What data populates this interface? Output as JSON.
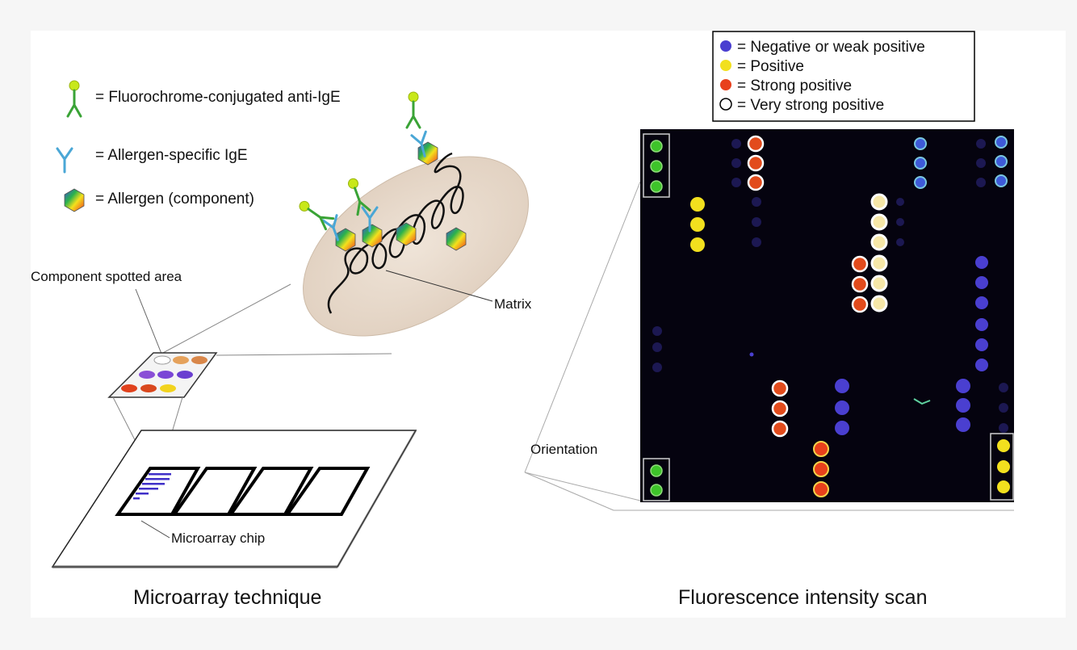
{
  "legend_left": {
    "items": [
      {
        "icon": "antibody-green-icon",
        "label": "= Fluorochrome-conjugated anti-IgE"
      },
      {
        "icon": "antibody-blue-icon",
        "label": "= Allergen-specific IgE"
      },
      {
        "icon": "allergen-hexagon-icon",
        "label": "= Allergen (component)"
      }
    ]
  },
  "labels": {
    "component_spotted_area": "Component spotted area",
    "matrix": "Matrix",
    "microarray_chip": "Microarray chip",
    "orientation": "Orientation"
  },
  "captions": {
    "left": "Microarray technique",
    "right": "Fluorescence intensity scan"
  },
  "legend_right": {
    "items": [
      {
        "icon": "blue-dot-icon",
        "label": "= Negative or weak positive"
      },
      {
        "icon": "yellow-dot-icon",
        "label": "= Positive"
      },
      {
        "icon": "red-dot-icon",
        "label": "= Strong positive"
      },
      {
        "icon": "white-ring-icon",
        "label": "= Very strong positive"
      }
    ]
  },
  "colors": {
    "negative": "#4a3fd0",
    "positive": "#f2e01e",
    "strong": "#e8401c",
    "very_strong": "#ffffff",
    "scan_bg": "#05030f",
    "orientation_green": "#3ec42a"
  }
}
